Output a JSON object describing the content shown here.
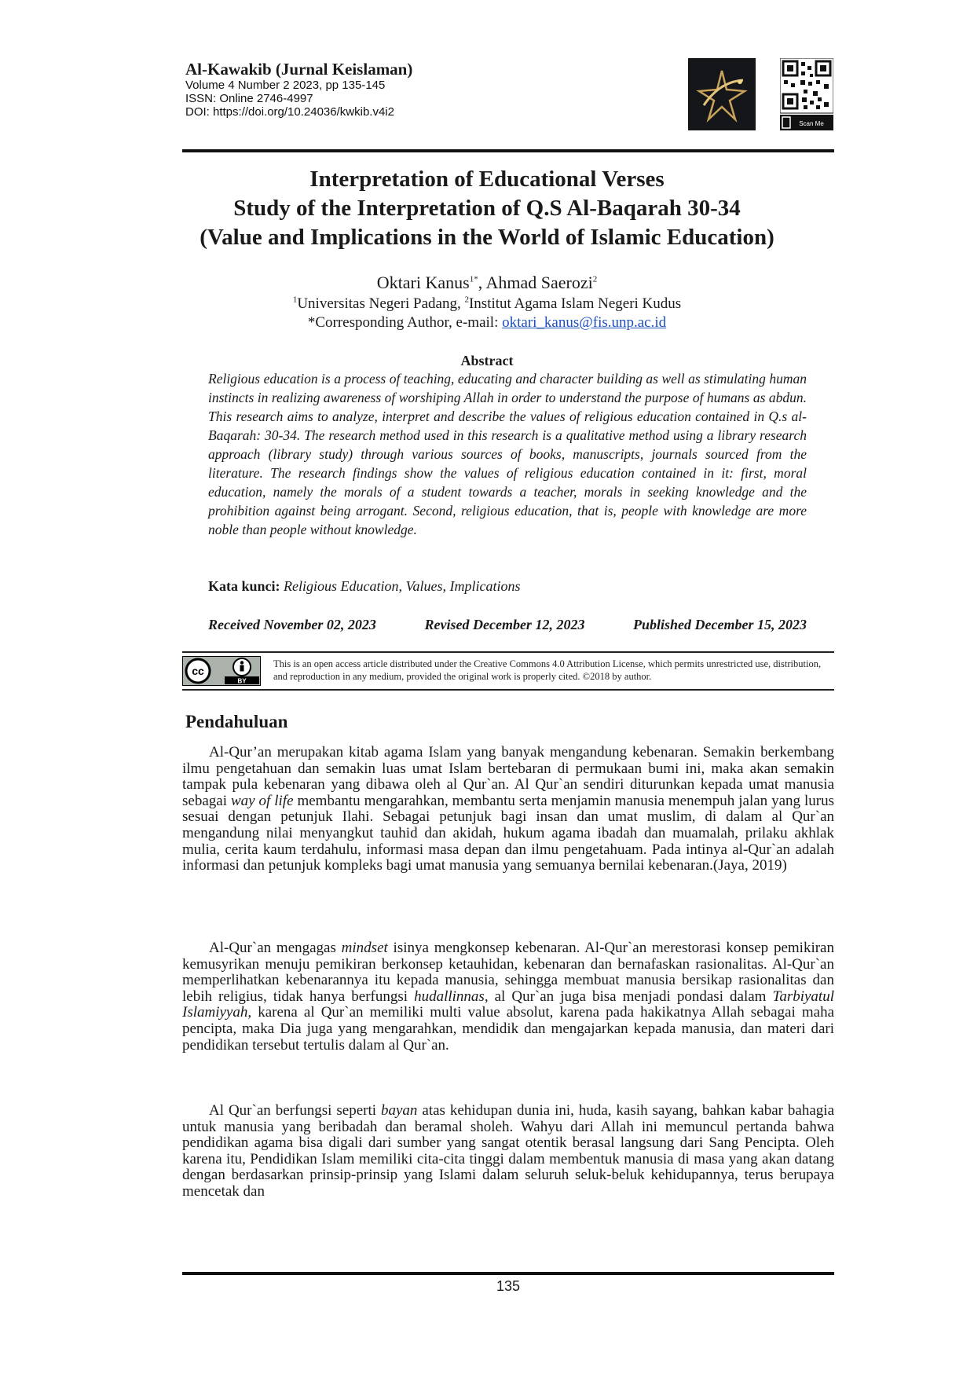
{
  "header": {
    "journal_title": "Al-Kawakib (Jurnal Keislaman)",
    "volume_line": "Volume 4  Number 2  2023, pp 135-145",
    "issn_line": "ISSN: Online 2746-4997",
    "doi_line": "DOI: https://doi.org/10.24036/kwkib.v4i2",
    "qr_caption": "Scan Me"
  },
  "title": {
    "line1": "Interpretation of Educational Verses",
    "line2": "Study of the Interpretation of Q.S Al-Baqarah 30-34",
    "line3": "(Value and Implications in the World of Islamic Education)"
  },
  "authors": {
    "author1": "Oktari Kanus",
    "author1_sup": "1*",
    "separator": ", ",
    "author2": "Ahmad Saerozi",
    "author2_sup": "2",
    "aff1_sup": "1",
    "aff1": "Universitas Negeri Padang, ",
    "aff2_sup": "2",
    "aff2": "Institut Agama Islam Negeri Kudus",
    "corresponding_prefix": "*Corresponding Author, e-mail: ",
    "email": "oktari_kanus@fis.unp.ac.id"
  },
  "abstract": {
    "heading": "Abstract",
    "text": "Religious education is a process of teaching, educating and character building as well as stimulating human instincts in realizing awareness of worshiping Allah in order to understand the purpose of humans as abdun. This research aims to analyze, interpret and describe the values of religious education contained in Q.s al-Baqarah: 30-34. The research method used in this research is a qualitative method using a library research approach (library study) through various sources of books, manuscripts, journals sourced from the literature. The research findings show the values of religious education contained in it: first, moral education, namely the morals of a student towards a teacher, morals in seeking knowledge and the prohibition against being arrogant. Second, religious education, that is, people with knowledge are more noble than people without knowledge.",
    "keywords_label": "Kata kunci: ",
    "keywords": "Religious Education, Values, Implications"
  },
  "dates": {
    "received": "Received November 02, 2023",
    "revised": "Revised December 12, 2023",
    "published": "Published December 15, 2023"
  },
  "license": {
    "cc_label": "cc",
    "by_label": "BY",
    "text": "This is an open access article distributed under the Creative Commons 4.0 Attribution License, which permits unrestricted use, distribution, and reproduction in any medium, provided the original work is properly cited. ©2018 by author."
  },
  "section": {
    "heading": "Pendahuluan",
    "p1_a": "Al-Qur’an merupakan kitab agama Islam yang banyak mengandung kebenaran. Semakin berkembang ilmu pengetahuan dan semakin luas umat Islam bertebaran di permukaan bumi ini, maka akan semakin tampak pula kebenaran yang dibawa oleh al Qur`an. Al Qur`an sendiri diturunkan kepada umat manusia sebagai ",
    "p1_italic": "way of life",
    "p1_b": " membantu mengarahkan, membantu serta menjamin manusia menempuh jalan yang lurus sesuai dengan petunjuk Ilahi. Sebagai petunjuk bagi insan dan umat muslim, di dalam al Qur`an mengandung nilai menyangkut tauhid dan akidah, hukum agama ibadah dan muamalah, prilaku akhlak mulia, cerita kaum terdahulu, informasi masa depan dan ilmu pengetahuam. Pada intinya al-Qur`an adalah informasi dan petunjuk kompleks bagi umat manusia yang semuanya bernilai kebenaran.(Jaya, 2019)",
    "p2_a": "Al-Qur`an mengagas ",
    "p2_italic1": "mindset",
    "p2_b": " isinya mengkonsep kebenaran. Al-Qur`an merestorasi konsep pemikiran kemusyrikan menuju pemikiran berkonsep ketauhidan, kebenaran dan bernafaskan rasionalitas. Al-Qur`an memperlihatkan kebenarannya itu kepada manusia, sehingga membuat manusia bersikap rasionalitas dan lebih religius, tidak hanya berfungsi ",
    "p2_italic2": "hudallinnas",
    "p2_c": ", al Qur`an juga bisa menjadi pondasi dalam ",
    "p2_italic3": "Tarbiyatul Islamiyyah",
    "p2_d": ", karena al Qur`an memiliki multi value absolut, karena pada hakikatnya Allah sebagai maha pencipta, maka Dia juga yang mengarahkan, mendidik dan mengajarkan kepada manusia, dan materi dari pendidikan tersebut tertulis dalam al Qur`an.",
    "p3_a": "Al Qur`an berfungsi seperti ",
    "p3_italic": "bayan",
    "p3_b": " atas kehidupan dunia ini, huda, kasih sayang, bahkan kabar bahagia untuk manusia yang beribadah dan beramal sholeh. Wahyu dari Allah ini memuncul pertanda bahwa pendidikan agama bisa digali dari sumber yang sangat otentik berasal langsung dari Sang Pencipta. Oleh karena itu, Pendidikan Islam memiliki cita-cita tinggi dalam membentuk manusia di masa yang akan datang dengan berdasarkan prinsip-prinsip yang Islami dalam seluruh seluk-beluk kehidupannya, terus berupaya mencetak dan"
  },
  "footer": {
    "page_number": "135"
  },
  "icons": {
    "logo": "star-logo-icon",
    "qr": "qr-code-icon",
    "license": "creative-commons-by-icon"
  },
  "colors": {
    "link": "#1f4fbf",
    "logo_bg": "#14161a",
    "logo_star": "#c9a35a"
  }
}
